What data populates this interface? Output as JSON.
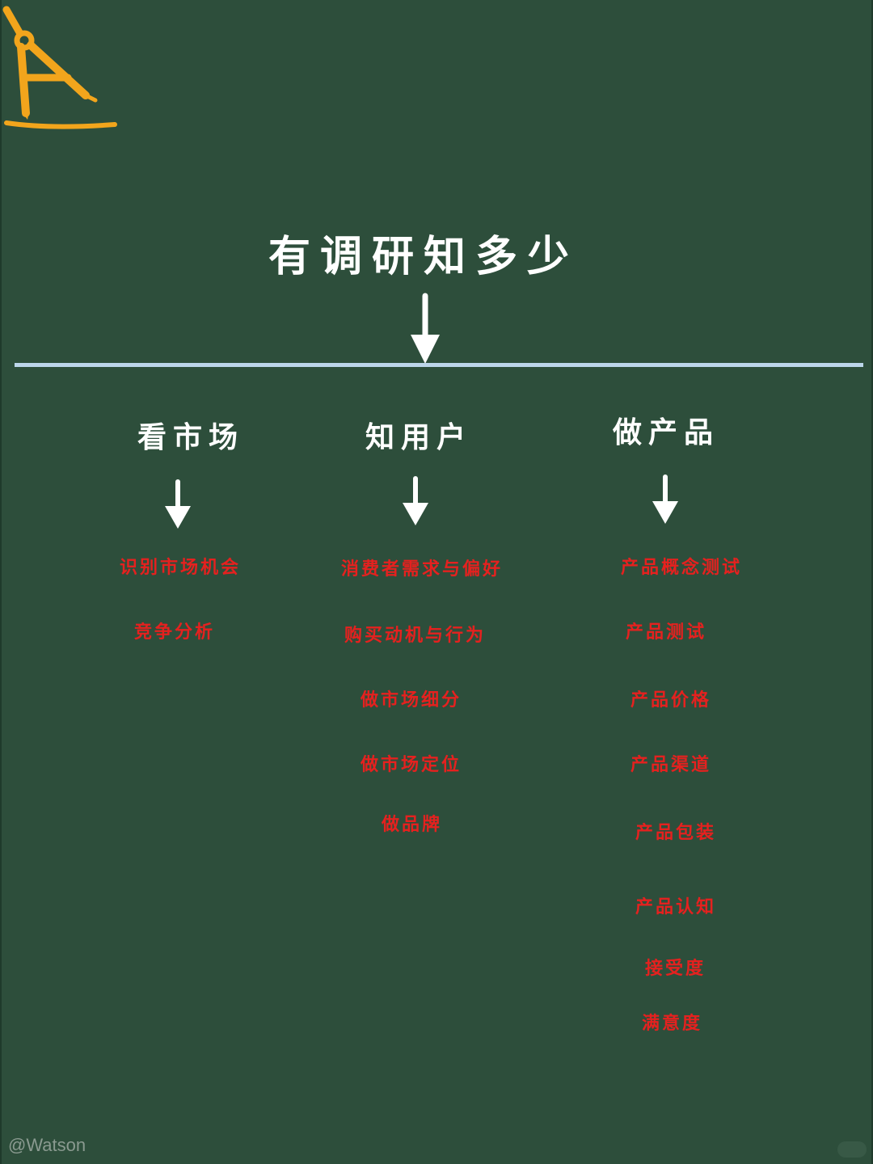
{
  "title": "有调研知多少",
  "columns": [
    {
      "title": "看市场",
      "items": [
        "识别市场机会",
        "竞争分析"
      ]
    },
    {
      "title": "知用户",
      "items": [
        "消费者需求与偏好",
        "购买动机与行为",
        "做市场细分",
        "做市场定位",
        "做品牌"
      ]
    },
    {
      "title": "做产品",
      "items": [
        "产品概念测试",
        "产品测试",
        "产品价格",
        "产品渠道",
        "产品包装",
        "产品认知",
        "接受度",
        "满意度"
      ]
    }
  ],
  "watermark": "@Watson",
  "colors": {
    "background": "#2d4e3b",
    "title_text": "#ffffff",
    "item_text": "#e5211f",
    "divider": "#bcd6ea",
    "logo": "#f2a51c"
  },
  "icons": {
    "logo": "compass-pen-logo-icon",
    "arrow": "arrow-down-icon"
  }
}
